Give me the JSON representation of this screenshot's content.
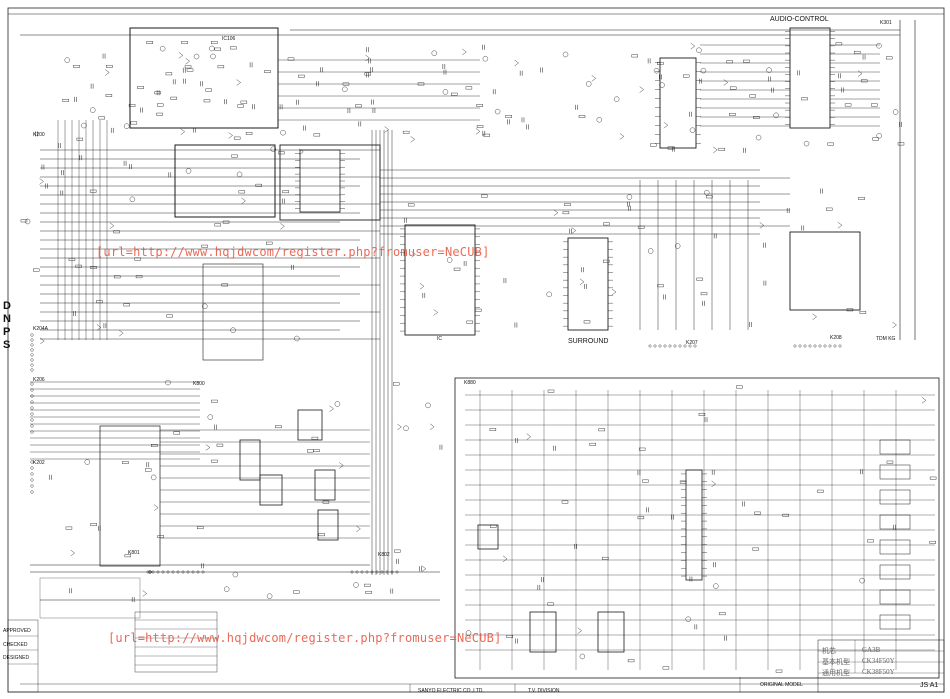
{
  "watermarks": {
    "top": "[url=http://www.hqjdwcom/register.php?fromuser=NeCUB]",
    "bottom": "[url=http://www.hqjdwcom/register.php?fromuser=NeCUB]"
  },
  "section_labels": {
    "audio_control": "AUDIO-CONTROL",
    "surround": "SURROUND",
    "dnps": [
      "D",
      "N",
      "P",
      "S"
    ],
    "ic106": "IC106",
    "k200": "K200",
    "k301": "K301",
    "k204a": "K204A",
    "k206": "K206",
    "k202": "K202",
    "k800": "K800",
    "k801": "K801",
    "k802": "K802",
    "k880": "K880",
    "k207": "K207",
    "k208": "K208",
    "ic_label": "IC",
    "tdm": "TDM KG"
  },
  "footer": {
    "company": "SANYO ELECTRIC CO.,LTD.",
    "division": "T.V. DIVISION",
    "original_model": "ORIGINAL MODEL",
    "sheet": "JS A1"
  },
  "title_block": {
    "model_label": "机芯",
    "model_value": "GA3B",
    "base_label": "基本机型",
    "base_value": "CK34F50Y",
    "applicable_label": "通用机型",
    "applicable_value": "CK38F50Y"
  },
  "left_margin_notes": {
    "approved": "APPROVED",
    "checked": "CHECKED",
    "designed": "DESIGNED"
  }
}
